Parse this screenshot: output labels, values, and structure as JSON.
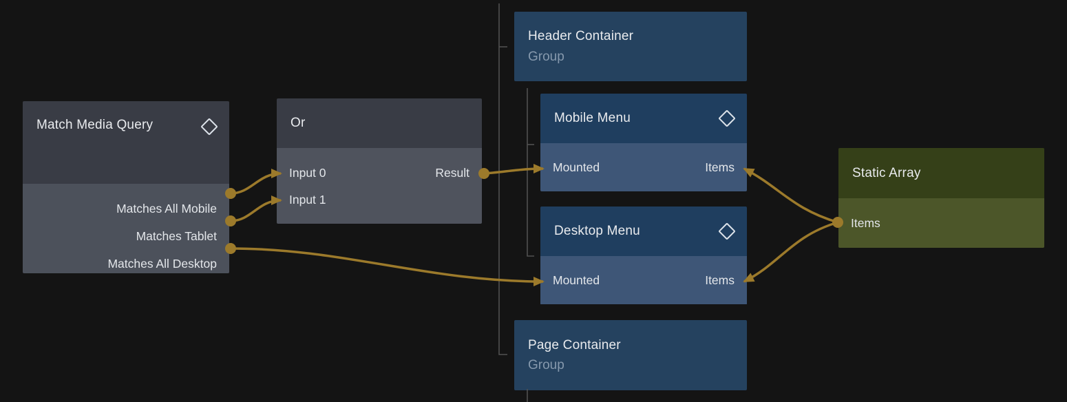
{
  "canvas": {
    "background": "#141414",
    "wire_color": "#9c7a2b",
    "tree_line_color": "#515151"
  },
  "nodes": {
    "match_media_query": {
      "title": "Match Media Query",
      "icon": "diamond-icon",
      "right_ports": [
        "Matches All Mobile",
        "Matches Tablet",
        "Matches All Desktop"
      ],
      "header_color": "#393c45",
      "body_color": "#4c515b"
    },
    "or": {
      "title": "Or",
      "left_ports": [
        "Input 0",
        "Input 1"
      ],
      "right_ports": [
        "Result"
      ],
      "header_color": "#393c45",
      "body_color": "#4f535d"
    },
    "header_container": {
      "title": "Header Container",
      "subtitle": "Group",
      "color": "#25425f"
    },
    "mobile_menu": {
      "title": "Mobile Menu",
      "icon": "diamond-icon",
      "left_ports": [
        "Mounted"
      ],
      "right_ports": [
        "Items"
      ],
      "header_color": "#1f3e5f",
      "body_color": "#3e5677"
    },
    "desktop_menu": {
      "title": "Desktop Menu",
      "icon": "diamond-icon",
      "left_ports": [
        "Mounted"
      ],
      "right_ports": [
        "Items"
      ],
      "header_color": "#1f3e5f",
      "body_color": "#3e5677"
    },
    "static_array": {
      "title": "Static Array",
      "left_ports": [
        "Items"
      ],
      "header_color": "#354018",
      "body_color": "#4c5629"
    },
    "page_container": {
      "title": "Page Container",
      "subtitle": "Group",
      "color": "#25425f"
    }
  },
  "edges": [
    {
      "from": "Match Media Query.Matches All Mobile",
      "to": "Or.Input 0"
    },
    {
      "from": "Match Media Query.Matches Tablet",
      "to": "Or.Input 1"
    },
    {
      "from": "Match Media Query.Matches All Desktop",
      "to": "Desktop Menu.Mounted"
    },
    {
      "from": "Or.Result",
      "to": "Mobile Menu.Mounted"
    },
    {
      "from": "Static Array.Items",
      "to": "Mobile Menu.Items"
    },
    {
      "from": "Static Array.Items",
      "to": "Desktop Menu.Items"
    }
  ]
}
